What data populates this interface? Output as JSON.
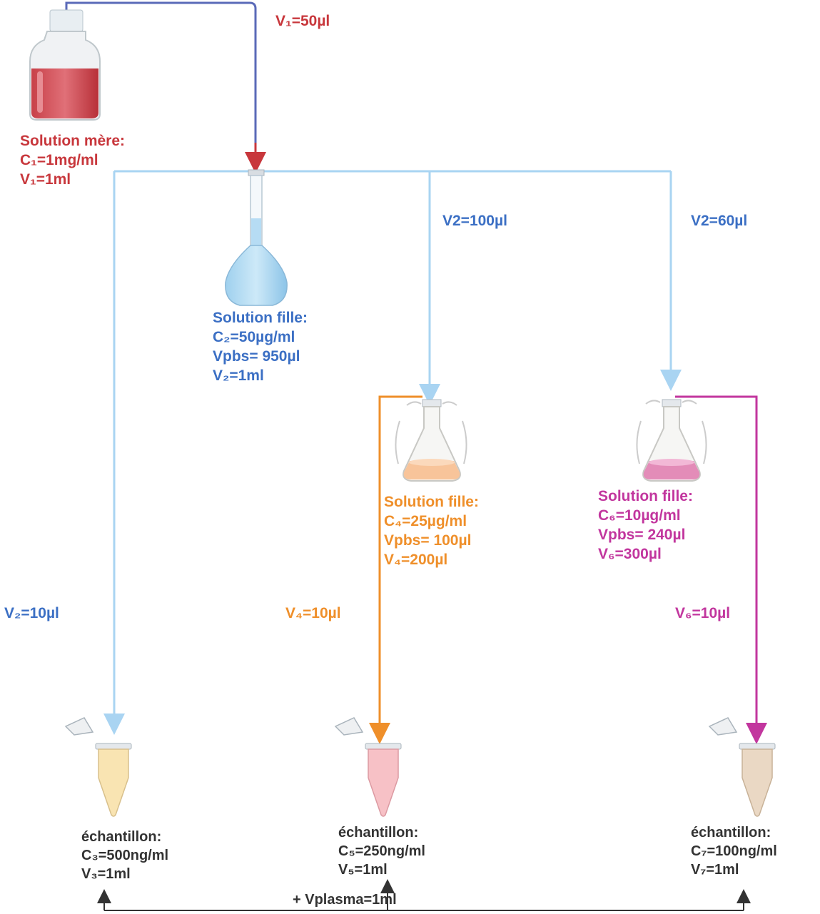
{
  "colors": {
    "red": "#c8373c",
    "blue": "#3b6fc4",
    "light_blue": "#a9d4f2",
    "orange": "#ef8f2a",
    "magenta": "#c2369e",
    "dark": "#333333"
  },
  "stock": {
    "title": "Solution mère:",
    "c": "C₁=1mg/ml",
    "v": "V₁=1ml",
    "transfer": "V₁=50µl"
  },
  "daughter_1": {
    "title": "Solution fille:",
    "c": "C₂=50µg/ml",
    "vpbs": "Vpbs= 950µl",
    "v": "V₂=1ml"
  },
  "transfers": {
    "to_flask_a": "V2=100µl",
    "to_flask_b": "V2=60µl",
    "to_sample_1": "V₂=10µl",
    "to_sample_2": "V₄=10µl",
    "to_sample_3": "V₆=10µl"
  },
  "daughter_2": {
    "title": "Solution fille:",
    "c": "C₄=25µg/ml",
    "vpbs": "Vpbs= 100µl",
    "v": "V₄=200µl"
  },
  "daughter_3": {
    "title": "Solution fille:",
    "c": "C₆=10µg/ml",
    "vpbs": "Vpbs= 240µl",
    "v": "V₆=300µl"
  },
  "samples": [
    {
      "title": "échantillon:",
      "c": "C₃=500ng/ml",
      "v": "V₃=1ml"
    },
    {
      "title": "échantillon:",
      "c": "C₅=250ng/ml",
      "v": "V₅=1ml"
    },
    {
      "title": "échantillon:",
      "c": "C₇=100ng/ml",
      "v": "V₇=1ml"
    }
  ],
  "plasma": "+ Vplasma=1ml"
}
